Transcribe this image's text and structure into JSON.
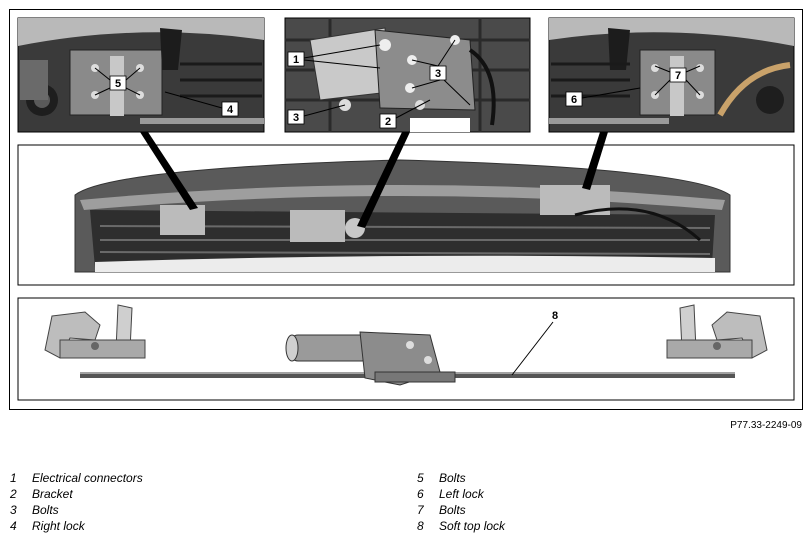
{
  "figure": {
    "id": "P77.33-2249-09",
    "callouts": {
      "c1": "1",
      "c2": "2",
      "c3a": "3",
      "c3b": "3",
      "c4": "4",
      "c5": "5",
      "c6": "6",
      "c7": "7",
      "c8": "8"
    }
  },
  "legend": [
    {
      "num": "1",
      "text": "Electrical connectors"
    },
    {
      "num": "2",
      "text": "Bracket"
    },
    {
      "num": "3",
      "text": "Bolts"
    },
    {
      "num": "4",
      "text": "Right lock"
    },
    {
      "num": "5",
      "text": "Bolts"
    },
    {
      "num": "6",
      "text": "Left lock"
    },
    {
      "num": "7",
      "text": "Bolts"
    },
    {
      "num": "8",
      "text": "Soft top lock"
    }
  ]
}
